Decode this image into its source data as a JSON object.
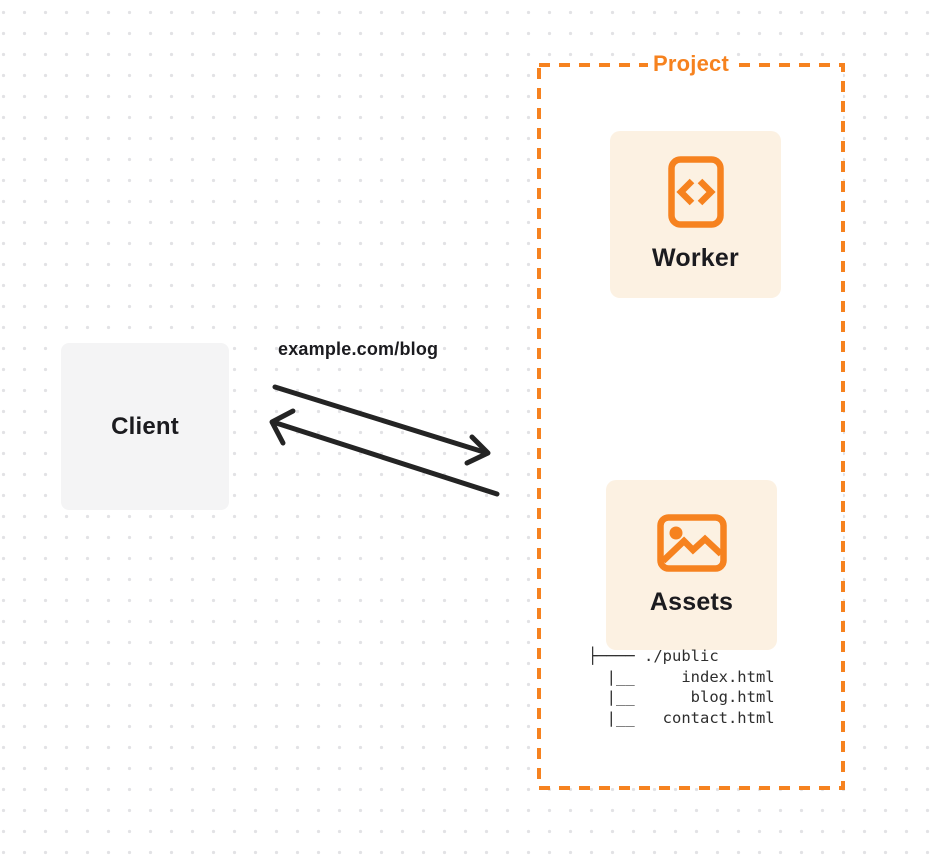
{
  "client": {
    "label": "Client"
  },
  "request": {
    "url_label": "example.com/blog"
  },
  "arrows": {
    "direction": "bidirectional",
    "color": "#242424"
  },
  "project": {
    "title": "Project",
    "worker": {
      "label": "Worker",
      "icon": "code-file-icon"
    },
    "assets": {
      "label": "Assets",
      "icon": "image-icon",
      "file_tree": [
        "├──── ./public",
        "  |__     index.html",
        "  |__      blog.html",
        "  |__   contact.html"
      ]
    }
  },
  "colors": {
    "accent": "#F6821F",
    "card_bg": "#FCF1E2",
    "client_bg": "#F4F4F5",
    "arrow": "#242424",
    "dot": "#E2E2E5",
    "text": "#1B1B1F",
    "tree_text": "#2E2E2E"
  }
}
